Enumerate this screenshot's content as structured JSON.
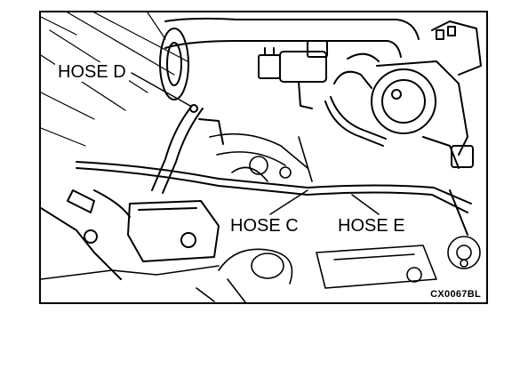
{
  "figure": {
    "code": "CX0067BL",
    "labels": {
      "hose_d": "HOSE D",
      "hose_c": "HOSE C",
      "hose_e": "HOSE E"
    },
    "line_color": "#000000",
    "background_color": "#ffffff"
  }
}
